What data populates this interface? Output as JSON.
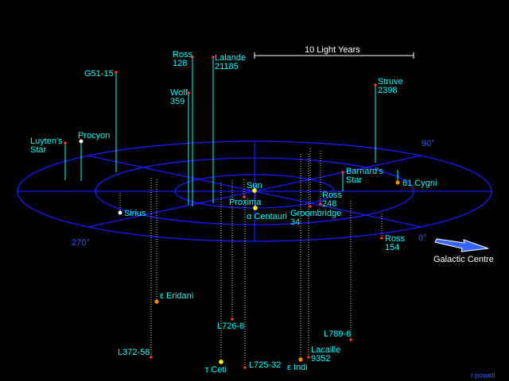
{
  "scale_label": "10 Light Years",
  "galactic_centre_label": "Galactic Centre",
  "credit": "r.powell",
  "degrees": {
    "d90": "90°",
    "d270": "270°",
    "d0": "0°"
  },
  "colors": {
    "background": "#000000",
    "grid": "#1a1aff",
    "label": "#00ffff",
    "white_label": "#ffffff",
    "red_star": "#ff3333",
    "orange_star": "#ff8800",
    "yellow_star": "#ffff00",
    "white_star": "#ffffff"
  },
  "stars": [
    {
      "id": "ross128",
      "lines": [
        "Ross",
        "128"
      ],
      "color": "red_star",
      "above": true
    },
    {
      "id": "lalande",
      "lines": [
        "Lalande",
        "21185"
      ],
      "color": "red_star",
      "above": true
    },
    {
      "id": "g5115",
      "lines": [
        "G51-15"
      ],
      "color": "red_star",
      "above": true
    },
    {
      "id": "wolf359",
      "lines": [
        "Wolf",
        "359"
      ],
      "color": "red_star",
      "above": true
    },
    {
      "id": "struve",
      "lines": [
        "Struve",
        "2398"
      ],
      "color": "red_star",
      "above": true
    },
    {
      "id": "luyten",
      "lines": [
        "Luyten's",
        "Star"
      ],
      "color": "red_star",
      "above": true
    },
    {
      "id": "procyon",
      "lines": [
        "Procyon"
      ],
      "color": "white_star",
      "above": true
    },
    {
      "id": "barnard",
      "lines": [
        "Barnard's",
        "Star"
      ],
      "color": "red_star",
      "above": true
    },
    {
      "id": "cygni",
      "lines": [
        "61 Cygni"
      ],
      "color": "orange_star",
      "above": true
    },
    {
      "id": "sun",
      "lines": [
        "Sun"
      ],
      "color": "yellow_star",
      "above": true
    },
    {
      "id": "proxima",
      "lines": [
        "Proxima"
      ],
      "color": "red_star",
      "above": false
    },
    {
      "id": "acen",
      "lines": [
        "α Centauri"
      ],
      "color": "yellow_star",
      "above": false
    },
    {
      "id": "sirius",
      "lines": [
        "Sirius"
      ],
      "color": "white_star",
      "above": false
    },
    {
      "id": "ross248",
      "lines": [
        "Ross",
        "248"
      ],
      "color": "red_star",
      "above": false
    },
    {
      "id": "groombridge",
      "lines": [
        "Groombridge",
        "34"
      ],
      "color": "red_star",
      "above": false
    },
    {
      "id": "ross154",
      "lines": [
        "Ross",
        "154"
      ],
      "color": "red_star",
      "above": false
    },
    {
      "id": "eridani",
      "lines": [
        "ε Eridani"
      ],
      "color": "orange_star",
      "above": false
    },
    {
      "id": "l7268",
      "lines": [
        "L726-8"
      ],
      "color": "red_star",
      "above": false
    },
    {
      "id": "l78906",
      "lines": [
        "L789-6"
      ],
      "color": "red_star",
      "above": false
    },
    {
      "id": "l37258",
      "lines": [
        "L372-58"
      ],
      "color": "red_star",
      "above": false
    },
    {
      "id": "lacaille",
      "lines": [
        "Lacaille",
        "9352"
      ],
      "color": "red_star",
      "above": false
    },
    {
      "id": "l72532",
      "lines": [
        "L725-32"
      ],
      "color": "red_star",
      "above": false
    },
    {
      "id": "tauceti",
      "lines": [
        "τ Ceti"
      ],
      "color": "yellow_star",
      "above": false
    },
    {
      "id": "eindi",
      "lines": [
        "ε Indi"
      ],
      "color": "orange_star",
      "above": false
    }
  ]
}
